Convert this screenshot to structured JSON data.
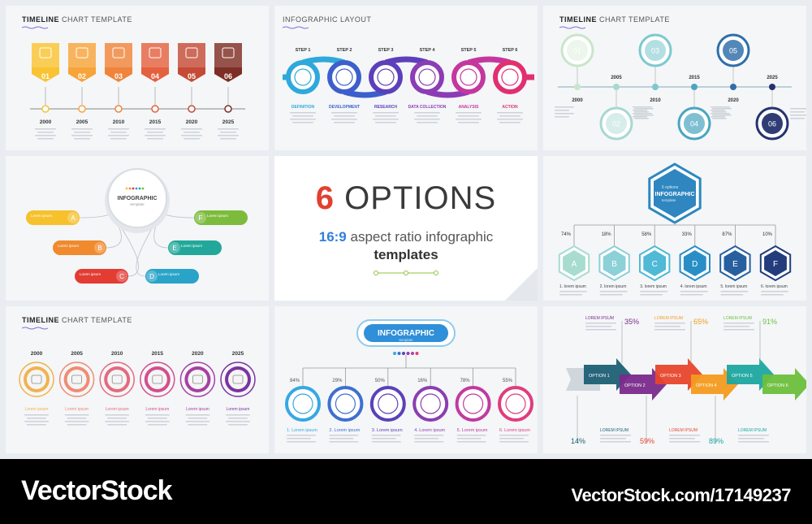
{
  "panel1": {
    "title_bold": "TIMELINE",
    "title_rest": " CHART TEMPLATE",
    "numbers": [
      "01",
      "02",
      "03",
      "04",
      "05",
      "06"
    ],
    "years": [
      "2000",
      "2005",
      "2010",
      "2015",
      "2020",
      "2025"
    ],
    "colors": [
      "#f9c333",
      "#f7a43a",
      "#f0843b",
      "#e4613f",
      "#c54b36",
      "#7e2e24"
    ]
  },
  "panel2": {
    "title": "INFOGRAPHIC LAYOUT",
    "steps": [
      "STEP 1",
      "STEP 2",
      "STEP 3",
      "STEP 4",
      "STEP 5",
      "STEP 6"
    ],
    "labels": [
      "DEFINITION",
      "DEVELOPMENT",
      "RESEARCH",
      "DATA COLLECTION",
      "ANALYSIS",
      "ACTION"
    ],
    "colors": [
      "#2fa8db",
      "#3c5fcc",
      "#5c3fbb",
      "#8b3db4",
      "#c4379f",
      "#e03070"
    ]
  },
  "panel3": {
    "title_bold": "TIMELINE",
    "title_rest": " CHART TEMPLATE",
    "numbers": [
      "01",
      "02",
      "03",
      "04",
      "05",
      "06"
    ],
    "years": [
      "2000",
      "2005",
      "2010",
      "2015",
      "2020",
      "2025"
    ]
  },
  "panel4": {
    "center_label": "INFOGRAPHIC",
    "center_sub": "template",
    "letters": [
      "A",
      "B",
      "C",
      "D",
      "E",
      "F"
    ],
    "item_label": "Lorem ipsum"
  },
  "center": {
    "big_number": "6",
    "big_word": " OPTIONS",
    "ratio": "16:9",
    "line2": " aspect ratio infographic",
    "line3": "templates"
  },
  "panel6": {
    "hex_title": "6 options",
    "hex_label": "INFOGRAPHIC",
    "hex_sub": "template",
    "percents": [
      "74%",
      "18%",
      "58%",
      "33%",
      "87%",
      "10%"
    ],
    "letters": [
      "A",
      "B",
      "C",
      "D",
      "E",
      "F"
    ],
    "items": [
      "1. lorem ipsum",
      "2. lorem ipsum",
      "3. lorem ipsum",
      "4. lorem ipsum",
      "5. lorem ipsum",
      "6. lorem ipsum"
    ]
  },
  "panel7": {
    "title_bold": "TIMELINE",
    "title_rest": " CHART TEMPLATE",
    "years": [
      "2000",
      "2005",
      "2010",
      "2015",
      "2020",
      "2025"
    ],
    "item_label": "Lorem ipsum"
  },
  "panel8": {
    "title": "INFOGRAPHIC",
    "sub": "template",
    "percents": [
      "84%",
      "29%",
      "50%",
      "16%",
      "78%",
      "55%"
    ],
    "items": [
      "1. Lorem ipsum",
      "2. Lorem ipsum",
      "3. Lorem ipsum",
      "4. Lorem ipsum",
      "5. Lorem ipsum",
      "6. Lorem ipsum"
    ]
  },
  "panel9": {
    "options": [
      "OPTION 1",
      "OPTION 2",
      "OPTION 3",
      "OPTION 4",
      "OPTION 5",
      "OPTION 6"
    ],
    "top_percents": [
      "35%",
      "65%",
      "91%"
    ],
    "bottom_percents": [
      "14%",
      "59%",
      "89%"
    ],
    "heading": "LOREM IPSUM"
  },
  "footer": {
    "brand": "VectorStock",
    "url": "VectorStock.com/17149237"
  }
}
